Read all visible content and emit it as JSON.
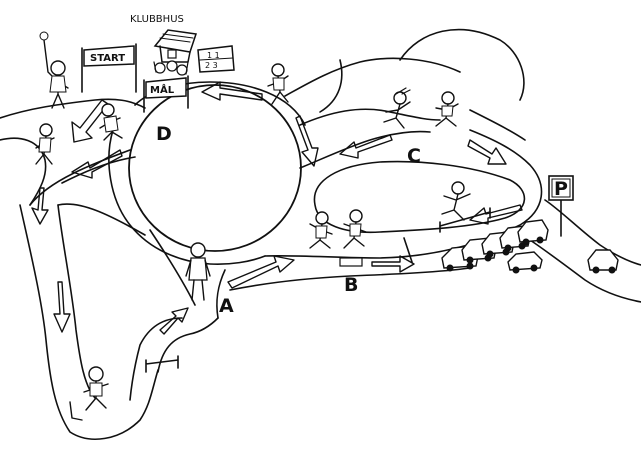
{
  "labels": {
    "clubhouse": "KLUBBHUS",
    "start": "START",
    "finish": "MÅL",
    "scoreboard_top": "1 1",
    "scoreboard_bottom": "2 3",
    "parking": "P",
    "checkpoint_a": "A",
    "checkpoint_b": "B",
    "checkpoint_c": "C",
    "checkpoint_d": "D"
  },
  "colors": {
    "ink": "#111111",
    "paper": "#ffffff"
  },
  "icons": [
    "runner-icon",
    "car-icon",
    "clubhouse-icon",
    "parking-sign-icon",
    "barrier-icon",
    "arrow-icon"
  ]
}
